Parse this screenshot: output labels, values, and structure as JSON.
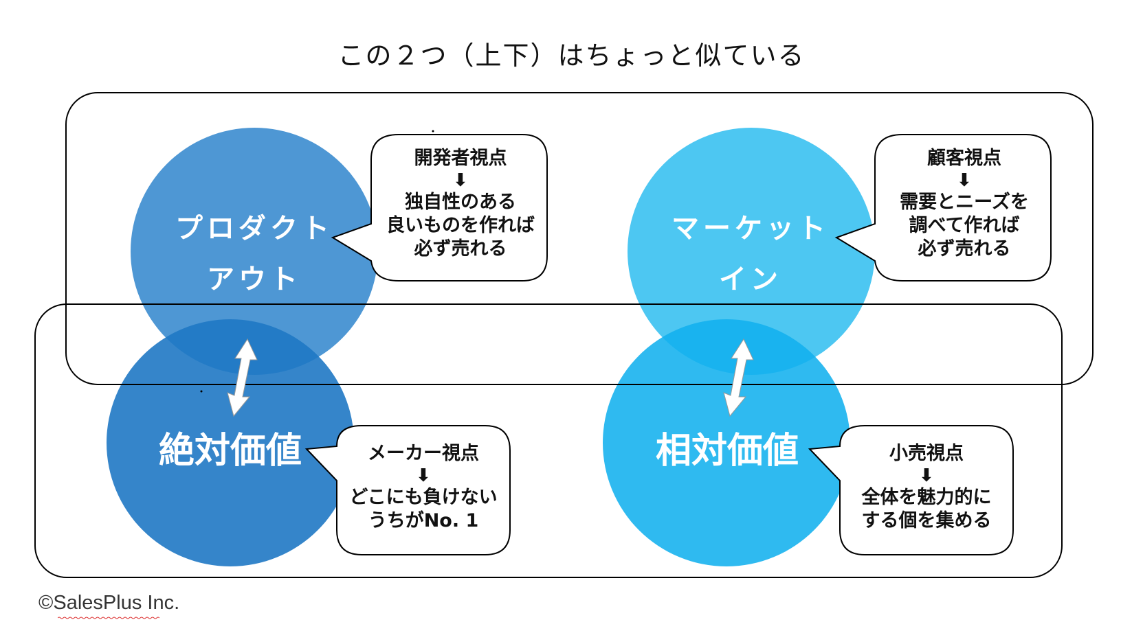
{
  "title": "この２つ（上下）はちょっと似ている",
  "colors": {
    "product_out_circle": "#3f8ed0",
    "absolute_value_circle": "#2a7fc8",
    "market_in_circle": "#3ec2f1",
    "relative_value_circle": "#1fb4ee",
    "frame_stroke": "#000000"
  },
  "circles": {
    "product_out": {
      "line1": "プロダクト",
      "line2": "アウト"
    },
    "market_in": {
      "line1": "マーケット",
      "line2": "イン"
    },
    "absolute_value": {
      "label": "絶対価値"
    },
    "relative_value": {
      "label": "相対価値"
    }
  },
  "bubbles": {
    "developer": {
      "heading": "開発者視点",
      "arrow": "⬇",
      "line1": "独自性のある",
      "line2": "良いものを作れば",
      "line3": "必ず売れる"
    },
    "customer": {
      "heading": "顧客視点",
      "arrow": "⬇",
      "line1": "需要とニーズを",
      "line2": "調べて作れば",
      "line3": "必ず売れる"
    },
    "maker": {
      "heading": "メーカー視点",
      "arrow": "⬇",
      "line1": "どこにも負けない",
      "line2": "うちがNo. 1"
    },
    "retail": {
      "heading": "小売視点",
      "arrow": "⬇",
      "line1": "全体を魅力的に",
      "line2": "する個を集める"
    }
  },
  "copyright": "©SalesPlus Inc."
}
